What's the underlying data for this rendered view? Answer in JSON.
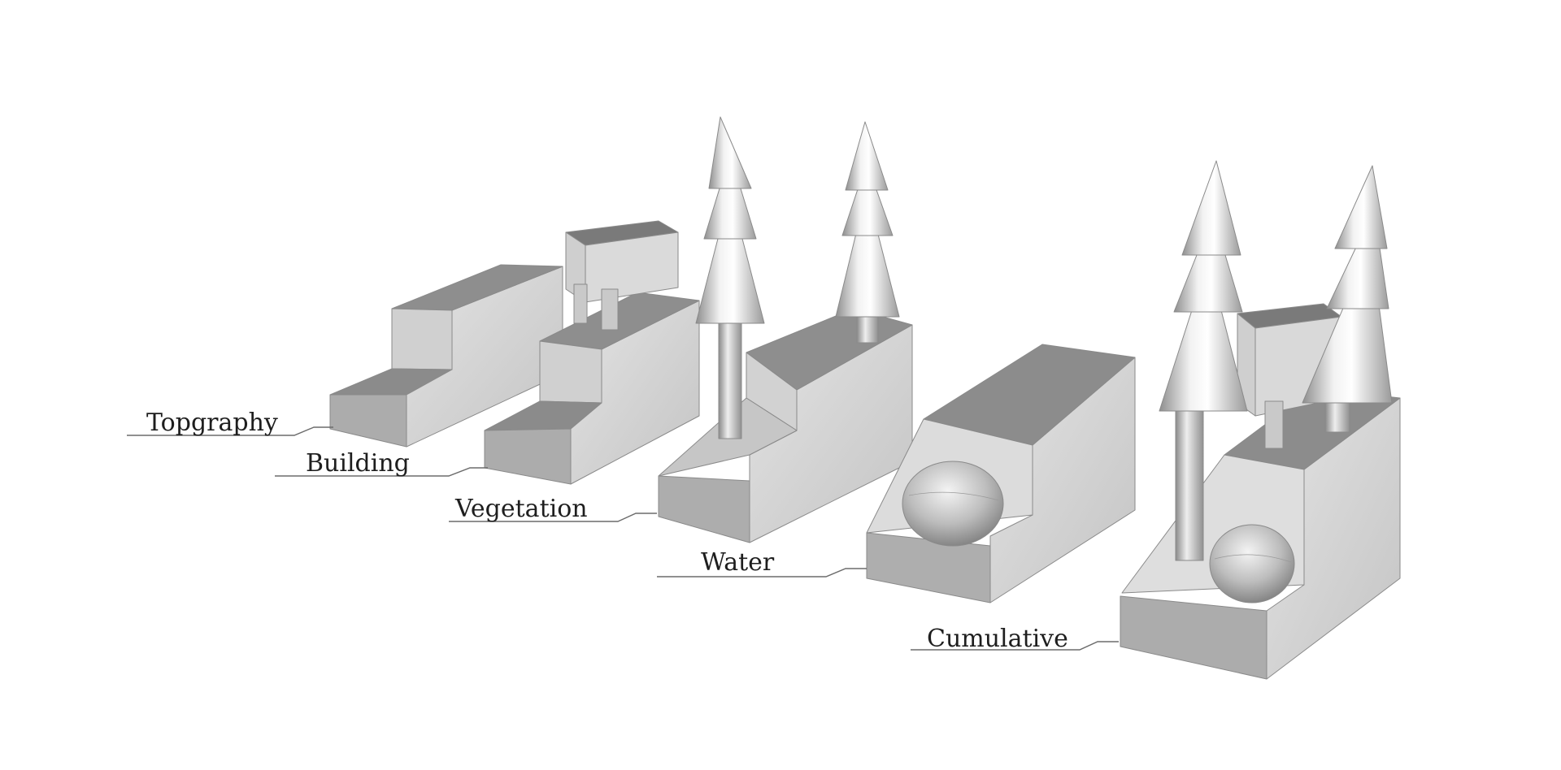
{
  "labels": {
    "topography": "Topgraphy",
    "building": "Building",
    "vegetation": "Vegetation",
    "water": "Water",
    "cumulative": "Cumulative"
  },
  "colors": {
    "background": "#ffffff",
    "top_face": "#8f8f8f",
    "top_face_dark": "#7e7e7e",
    "slope_face": "#d4d4d4",
    "side_face": "#c8c8c8",
    "front_face": "#b0b0b0",
    "label_text": "#1e1e1e",
    "leader_line": "#6b6b6b"
  }
}
